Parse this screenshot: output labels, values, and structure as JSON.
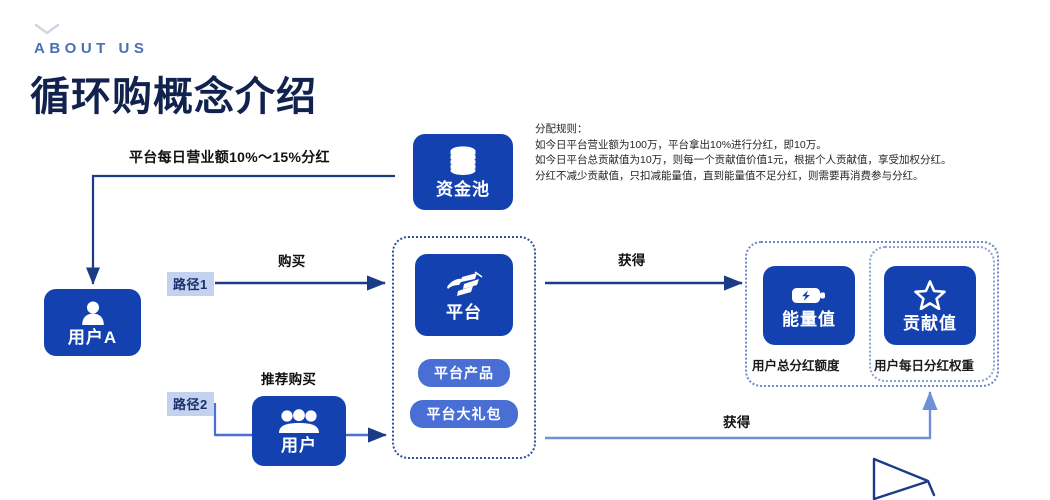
{
  "header": {
    "kicker": "ABOUT US",
    "title": "循环购概念介绍",
    "chevron_icon": "chevron-down-icon",
    "kicker_color": "#4a6fb5",
    "title_color": "#11224e"
  },
  "rules": {
    "heading": "分配规则：",
    "lines": [
      "如今日平台营业额为100万，平台拿出10%进行分红，即10万。",
      "如今日平台总贡献值为10万，则每一个贡献值价值1元，根据个人贡献值，享受加权分红。",
      "分红不减少贡献值，只扣减能量值，直到能量值不足分红，则需要再消费参与分红。"
    ]
  },
  "nodes": {
    "fund_pool": {
      "label": "资金池",
      "icon": "coin-stack-icon"
    },
    "user_a": {
      "label": "用户A",
      "icon": "person-icon"
    },
    "platform": {
      "label": "平台",
      "icon": "platform-icon"
    },
    "users": {
      "label": "用户",
      "icon": "people-group-icon"
    },
    "energy": {
      "label": "能量值",
      "icon": "battery-icon"
    },
    "contribution": {
      "label": "贡献值",
      "icon": "star-icon"
    }
  },
  "pills": {
    "product": "平台产品",
    "gift": "平台大礼包"
  },
  "captions": {
    "energy": "用户总分红额度",
    "contribution": "用户每日分红权重"
  },
  "edges": {
    "dividend": "平台每日营业额10%～15%分红",
    "buy": "购买",
    "recommend": "推荐购买",
    "get_upper": "获得",
    "get_lower": "获得"
  },
  "badges": {
    "path1": "路径1",
    "path2": "路径2"
  },
  "colors": {
    "primary_blue": "#1342b0",
    "deep_navy": "#11224e",
    "pill_blue": "#4a6fd4",
    "badge_blue": "#c3d2ee",
    "wire_dark": "#1c3b86",
    "wire_light": "#6f8fd6",
    "dotted_border": "#2f4f9e"
  },
  "decoration": {
    "triangle_icon": "play-triangle-outline-icon"
  }
}
